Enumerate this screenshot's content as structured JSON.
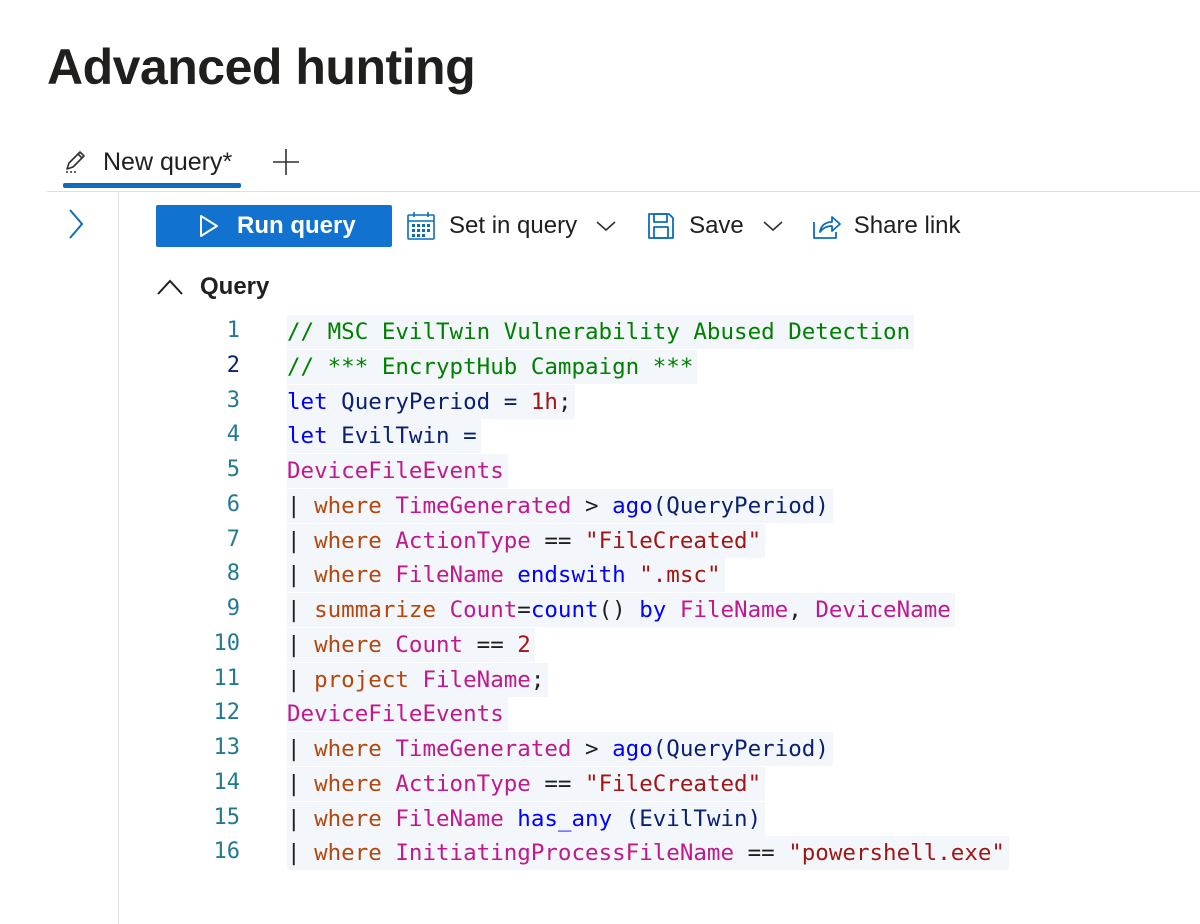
{
  "page": {
    "title": "Advanced hunting"
  },
  "tabs": [
    {
      "label": "New query*",
      "icon": "pencil-icon"
    }
  ],
  "toolbar": {
    "run_label": "Run query",
    "set_in_query_label": "Set in query",
    "save_label": "Save",
    "share_label": "Share link"
  },
  "query_section": {
    "label": "Query"
  },
  "colors": {
    "accent": "#1272d0",
    "tab_underline": "#0f6cbd",
    "comment": "#008000",
    "string": "#a31515",
    "table": "#c0188e",
    "operator": "#b5470d",
    "keyword": "#0000ff"
  },
  "editor": {
    "active_line": 2,
    "lines": [
      {
        "n": "1",
        "tokens": [
          {
            "t": "// MSC EvilTwin Vulnerability Abused Detection",
            "c": "comment"
          }
        ]
      },
      {
        "n": "2",
        "tokens": [
          {
            "t": "// *** EncryptHub Campaign ***",
            "c": "comment"
          }
        ]
      },
      {
        "n": "3",
        "tokens": [
          {
            "t": "let",
            "c": "kw"
          },
          {
            "t": " QueryPeriod = ",
            "c": "ident"
          },
          {
            "t": "1h",
            "c": "num"
          },
          {
            "t": ";",
            "c": "plain"
          }
        ]
      },
      {
        "n": "4",
        "tokens": [
          {
            "t": "let",
            "c": "kw"
          },
          {
            "t": " EvilTwin =",
            "c": "ident"
          }
        ]
      },
      {
        "n": "5",
        "tokens": [
          {
            "t": "DeviceFileEvents",
            "c": "table"
          }
        ]
      },
      {
        "n": "6",
        "tokens": [
          {
            "t": "| ",
            "c": "plain"
          },
          {
            "t": "where",
            "c": "op"
          },
          {
            "t": " ",
            "c": "plain"
          },
          {
            "t": "TimeGenerated",
            "c": "field"
          },
          {
            "t": " > ",
            "c": "plain"
          },
          {
            "t": "ago",
            "c": "func"
          },
          {
            "t": "(QueryPeriod)",
            "c": "ident"
          }
        ]
      },
      {
        "n": "7",
        "tokens": [
          {
            "t": "| ",
            "c": "plain"
          },
          {
            "t": "where",
            "c": "op"
          },
          {
            "t": " ",
            "c": "plain"
          },
          {
            "t": "ActionType",
            "c": "field"
          },
          {
            "t": " == ",
            "c": "plain"
          },
          {
            "t": "\"FileCreated\"",
            "c": "str"
          }
        ]
      },
      {
        "n": "8",
        "tokens": [
          {
            "t": "| ",
            "c": "plain"
          },
          {
            "t": "where",
            "c": "op"
          },
          {
            "t": " ",
            "c": "plain"
          },
          {
            "t": "FileName",
            "c": "field"
          },
          {
            "t": " ",
            "c": "plain"
          },
          {
            "t": "endswith",
            "c": "kw"
          },
          {
            "t": " ",
            "c": "plain"
          },
          {
            "t": "\".msc\"",
            "c": "str"
          }
        ]
      },
      {
        "n": "9",
        "tokens": [
          {
            "t": "| ",
            "c": "plain"
          },
          {
            "t": "summarize",
            "c": "op"
          },
          {
            "t": " ",
            "c": "plain"
          },
          {
            "t": "Count",
            "c": "field"
          },
          {
            "t": "=",
            "c": "plain"
          },
          {
            "t": "count",
            "c": "func"
          },
          {
            "t": "() ",
            "c": "plain"
          },
          {
            "t": "by",
            "c": "kw"
          },
          {
            "t": " ",
            "c": "plain"
          },
          {
            "t": "FileName",
            "c": "field"
          },
          {
            "t": ", ",
            "c": "plain"
          },
          {
            "t": "DeviceName",
            "c": "field"
          }
        ]
      },
      {
        "n": "10",
        "tokens": [
          {
            "t": "| ",
            "c": "plain"
          },
          {
            "t": "where",
            "c": "op"
          },
          {
            "t": " ",
            "c": "plain"
          },
          {
            "t": "Count",
            "c": "field"
          },
          {
            "t": " == ",
            "c": "plain"
          },
          {
            "t": "2",
            "c": "num"
          }
        ]
      },
      {
        "n": "11",
        "tokens": [
          {
            "t": "| ",
            "c": "plain"
          },
          {
            "t": "project",
            "c": "op"
          },
          {
            "t": " ",
            "c": "plain"
          },
          {
            "t": "FileName",
            "c": "field"
          },
          {
            "t": ";",
            "c": "plain"
          }
        ]
      },
      {
        "n": "12",
        "tokens": [
          {
            "t": "DeviceFileEvents",
            "c": "table"
          }
        ]
      },
      {
        "n": "13",
        "tokens": [
          {
            "t": "| ",
            "c": "plain"
          },
          {
            "t": "where",
            "c": "op"
          },
          {
            "t": " ",
            "c": "plain"
          },
          {
            "t": "TimeGenerated",
            "c": "field"
          },
          {
            "t": " > ",
            "c": "plain"
          },
          {
            "t": "ago",
            "c": "func"
          },
          {
            "t": "(QueryPeriod)",
            "c": "ident"
          }
        ]
      },
      {
        "n": "14",
        "tokens": [
          {
            "t": "| ",
            "c": "plain"
          },
          {
            "t": "where",
            "c": "op"
          },
          {
            "t": " ",
            "c": "plain"
          },
          {
            "t": "ActionType",
            "c": "field"
          },
          {
            "t": " == ",
            "c": "plain"
          },
          {
            "t": "\"FileCreated\"",
            "c": "str"
          }
        ]
      },
      {
        "n": "15",
        "tokens": [
          {
            "t": "| ",
            "c": "plain"
          },
          {
            "t": "where",
            "c": "op"
          },
          {
            "t": " ",
            "c": "plain"
          },
          {
            "t": "FileName",
            "c": "field"
          },
          {
            "t": " ",
            "c": "plain"
          },
          {
            "t": "has_any",
            "c": "kw"
          },
          {
            "t": " (EvilTwin)",
            "c": "ident"
          }
        ]
      },
      {
        "n": "16",
        "tokens": [
          {
            "t": "| ",
            "c": "plain"
          },
          {
            "t": "where",
            "c": "op"
          },
          {
            "t": " ",
            "c": "plain"
          },
          {
            "t": "InitiatingProcessFileName",
            "c": "field"
          },
          {
            "t": " == ",
            "c": "plain"
          },
          {
            "t": "\"powershell.exe\"",
            "c": "str"
          }
        ]
      }
    ]
  }
}
